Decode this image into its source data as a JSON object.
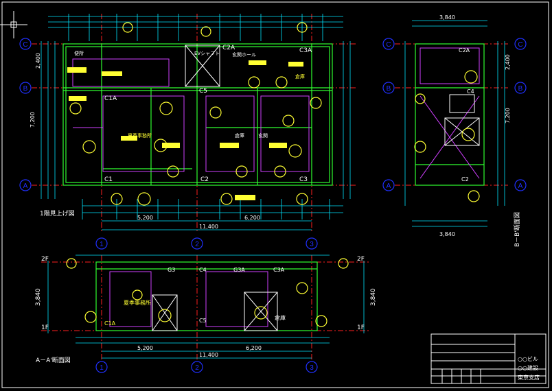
{
  "colors": {
    "background": "#000000",
    "frame": "#ffffff",
    "grid": "#ff2020",
    "dimension": "#00e5ff",
    "member": "#30ff30",
    "annotation": "#ffff33",
    "bubble": "#2030ff",
    "hatch": "#a040ff"
  },
  "plan": {
    "title": "1階見上げ図",
    "grid_rows": [
      "C",
      "B",
      "A"
    ],
    "grid_cols": [
      "1",
      "2",
      "3"
    ],
    "dims_bottom": {
      "span_1": "5,200",
      "span_2": "6,200",
      "total": "11,400"
    },
    "dims_left": {
      "upper": "2,400",
      "total": "7,200"
    },
    "columns": [
      "C1A",
      "C1",
      "C2",
      "C2A",
      "C3",
      "C3A",
      "C5"
    ],
    "rooms": {
      "elevator": "EVシャフト",
      "hall": "玄関ホール",
      "office": "夏季事務所",
      "warehouse": "倉庫",
      "entrance": "玄関",
      "storage": "倉庫",
      "toilet": "便所"
    }
  },
  "section_bb": {
    "title": "B－B'断面図",
    "dims": {
      "top": "3,840",
      "bottom": "3,840",
      "middle": "7,200",
      "upper": "2,400"
    },
    "grid_rows": [
      "C",
      "B",
      "A"
    ],
    "labels": [
      "C2A",
      "C2",
      "C4"
    ]
  },
  "section_aa": {
    "title": "A－A'断面図",
    "levels": [
      "2F",
      "1F"
    ],
    "height_dim": "3,840",
    "grid_cols": [
      "1",
      "2",
      "3"
    ],
    "dims": {
      "span_1": "5,200",
      "span_2": "6,200",
      "total": "11,400"
    },
    "labels": [
      "C1A",
      "C4",
      "C5",
      "C3A",
      "G3",
      "G3A",
      "夏季事務所",
      "倉庫"
    ]
  },
  "title_block": {
    "project": "○○ビル",
    "company": "○○建設",
    "branch": "東京支店"
  }
}
